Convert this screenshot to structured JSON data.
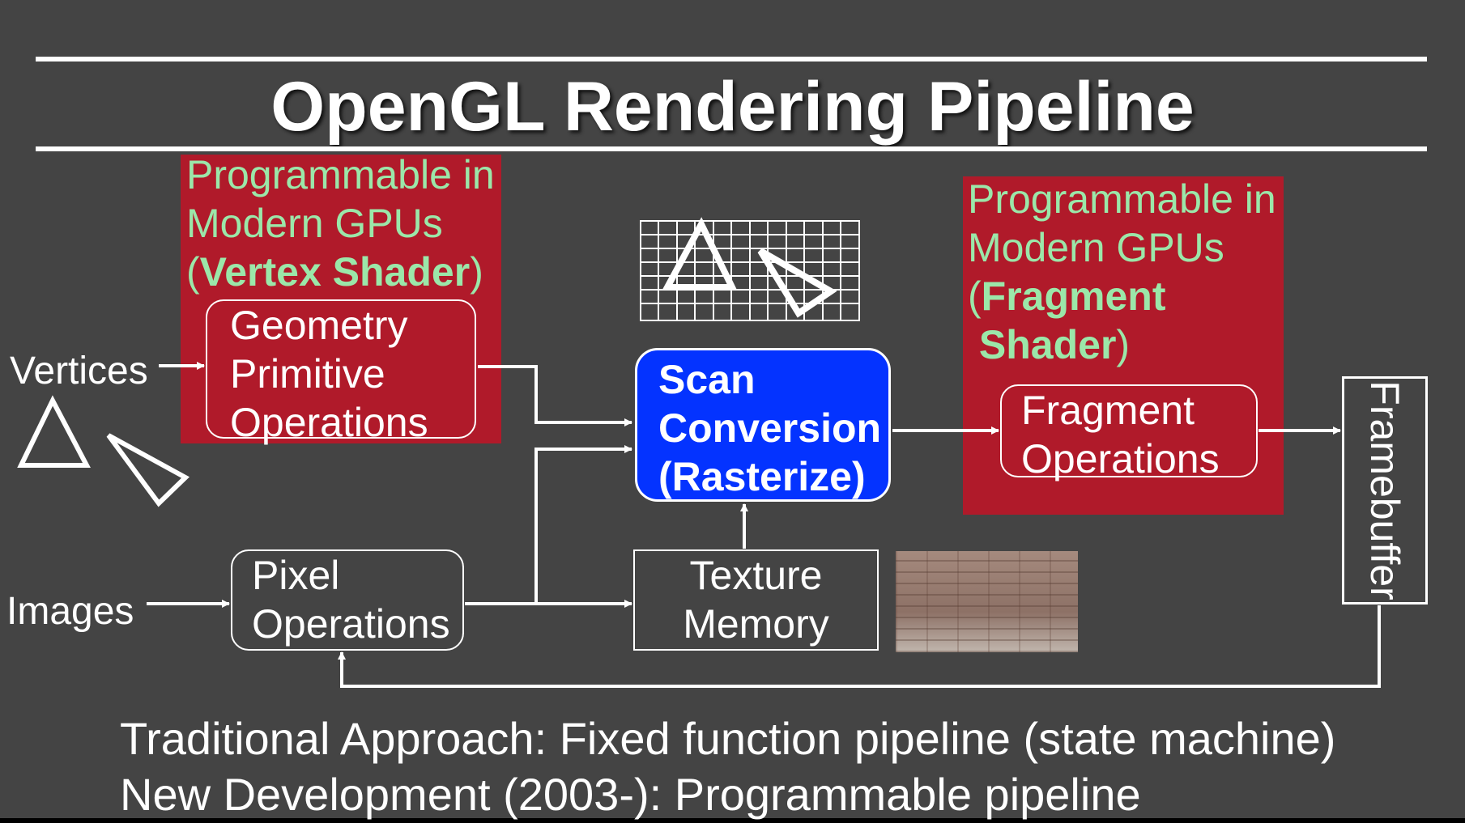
{
  "title": "OpenGL Rendering Pipeline",
  "vertex_note": {
    "line1": "Programmable in",
    "line2": "Modern GPUs",
    "open_paren": "(",
    "shader": "Vertex Shader",
    "close_paren": ")"
  },
  "fragment_note": {
    "line1": "Programmable in",
    "line2": "Modern GPUs",
    "open_paren": "(",
    "shader_line1": "Fragment",
    "shader_line2": "Shader",
    "close_paren": ")"
  },
  "inputs": {
    "vertices": "Vertices",
    "images": "Images"
  },
  "nodes": {
    "geometry": [
      "Geometry",
      "Primitive",
      "Operations"
    ],
    "scan": [
      "Scan",
      "Conversion",
      "(Rasterize)"
    ],
    "fragment": [
      "Fragment",
      "Operations"
    ],
    "pixel": [
      "Pixel",
      "Operations"
    ],
    "texture": [
      "Texture",
      "Memory"
    ],
    "framebuffer": "Framebuffer"
  },
  "footer": {
    "line1": "Traditional Approach: Fixed function pipeline (state machine)",
    "line2": "New Development (2003-): Programmable pipeline"
  },
  "colors": {
    "background": "#444444",
    "programmable_panel": "#b01a2a",
    "note_text": "#9be7a9",
    "scan_conversion": "#0433ff"
  }
}
